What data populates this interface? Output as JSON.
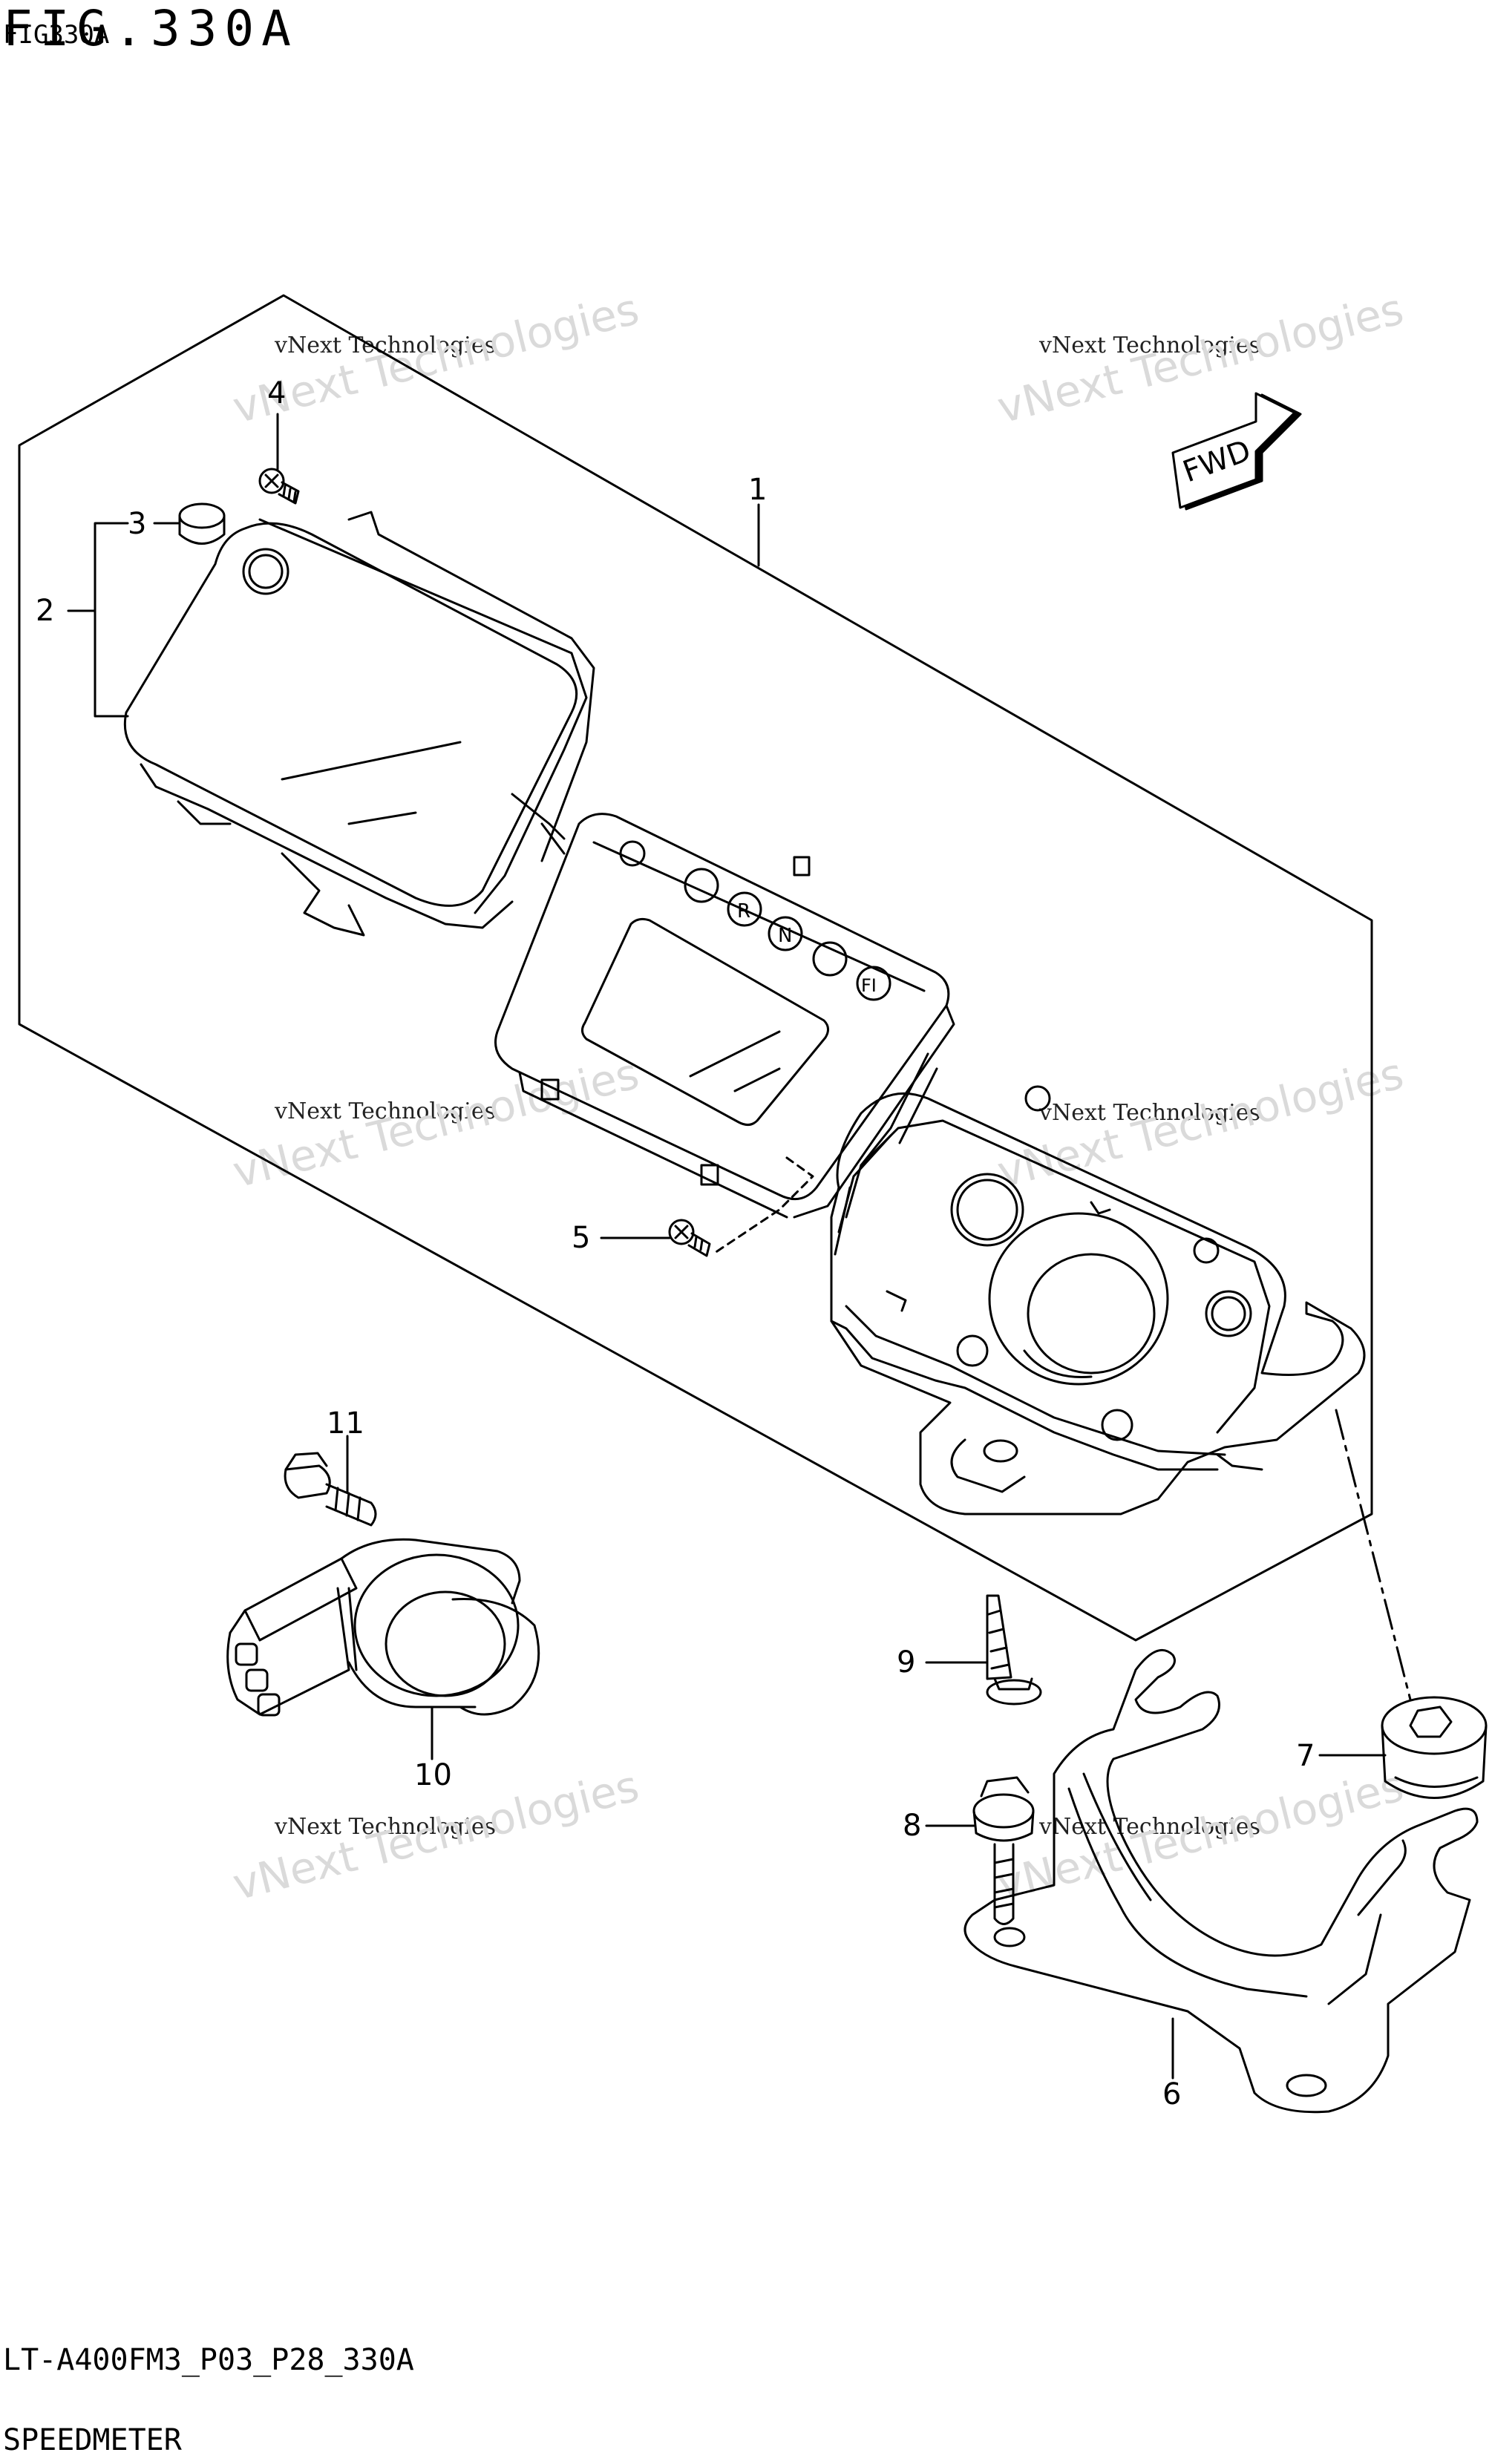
{
  "header": {
    "figure_title": "FIG.330A",
    "figure_code": "FIG330A"
  },
  "footer": {
    "model_code": "LT-A400FM3_P03_P28_330A",
    "section_title": "SPEEDMETER"
  },
  "badge": {
    "fwd": "FWD"
  },
  "watermark": {
    "line1": "vNext Technologies",
    "line2": "vNext\nTechnologies"
  },
  "callouts": [
    "1",
    "2",
    "3",
    "4",
    "5",
    "6",
    "7",
    "8",
    "9",
    "10",
    "11"
  ],
  "indicators": [
    "R",
    "N",
    "FI"
  ]
}
